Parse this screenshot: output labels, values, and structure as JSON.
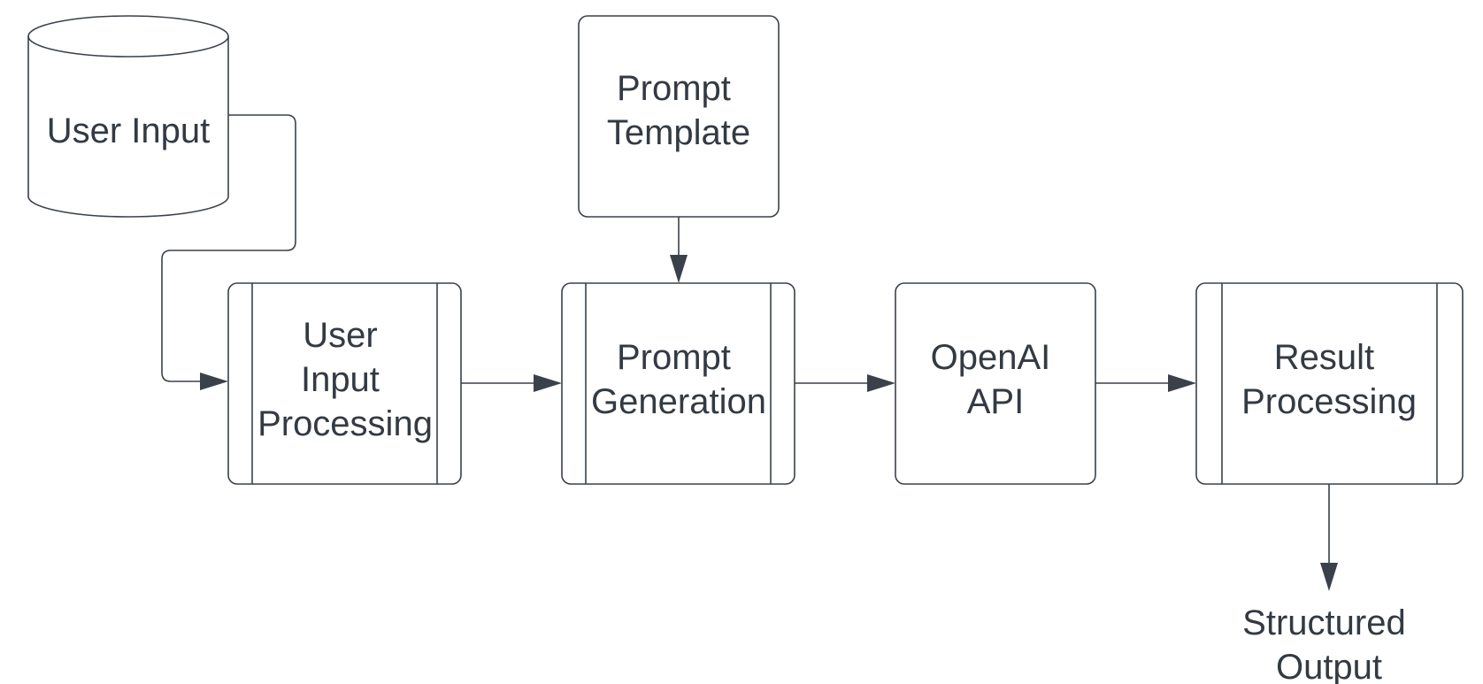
{
  "diagram": {
    "nodes": {
      "user_input": [
        "User Input"
      ],
      "prompt_template": [
        "Prompt",
        "Template"
      ],
      "user_input_processing": [
        "User",
        "Input",
        "Processing"
      ],
      "prompt_generation": [
        "Prompt",
        "Generation"
      ],
      "openai_api": [
        "OpenAI",
        "API"
      ],
      "result_processing": [
        "Result",
        "Processing"
      ],
      "structured_output": [
        "Structured",
        "Output"
      ]
    },
    "edges": [
      {
        "from": "user_input",
        "to": "user_input_processing"
      },
      {
        "from": "prompt_template",
        "to": "prompt_generation"
      },
      {
        "from": "user_input_processing",
        "to": "prompt_generation"
      },
      {
        "from": "prompt_generation",
        "to": "openai_api"
      },
      {
        "from": "openai_api",
        "to": "result_processing"
      },
      {
        "from": "result_processing",
        "to": "structured_output"
      }
    ],
    "colors": {
      "stroke": "#3a414a",
      "text": "#333a43",
      "background": "#ffffff"
    }
  }
}
